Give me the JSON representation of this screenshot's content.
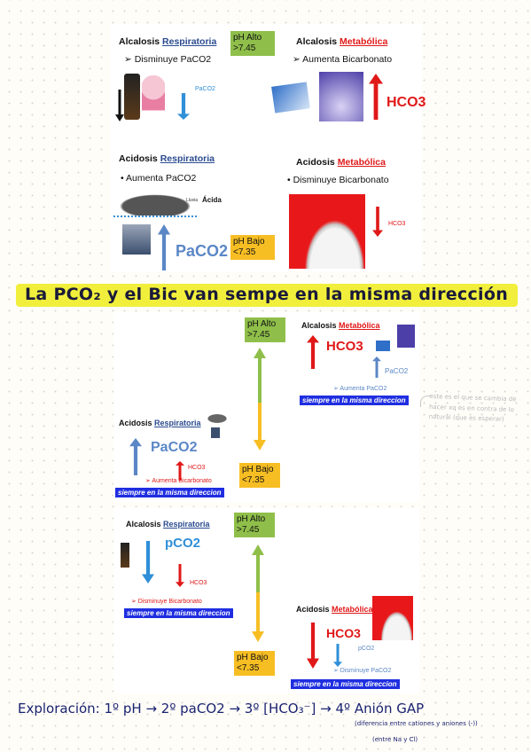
{
  "colors": {
    "red": "#e01818",
    "blue": "#2f8fd8",
    "green": "#8fbf4a",
    "orange": "#f7be24",
    "banner": "#1f2ee0",
    "highlight": "#f1ef3b",
    "title_blue": "#2a4a8f"
  },
  "panel1": {
    "ph_alto": "pH Alto",
    "ph_alto_val": ">7.45",
    "ph_bajo": "pH Bajo",
    "ph_bajo_val": "<7.35",
    "resp_alk": {
      "prefix": "Alcalosis ",
      "type": "Respiratoria",
      "bullet": "➢ Disminuye PaCO2",
      "label": "PaCO2"
    },
    "met_alk": {
      "prefix": "Alcalosis ",
      "type": "Metabólica",
      "bullet": "➢ Aumenta Bicarbonato",
      "label": "HCO3"
    },
    "resp_acid": {
      "prefix": "Acidosis ",
      "type": "Respiratoria",
      "bullet": "• Aumenta PaCO2",
      "label": "PaCO2",
      "cloud_label": "Ácida",
      "cloud_small": "Lluvia"
    },
    "met_acid": {
      "prefix": "Acidosis ",
      "type": "Metabólica",
      "bullet": "• Disminuye Bicarbonato",
      "label": "HCO3"
    }
  },
  "headline": "La PCO₂ y el Bic van sempe en la misma dirección",
  "panel2": {
    "ph_alto": "pH Alto",
    "ph_alto_val": ">7.45",
    "ph_bajo": "pH Bajo",
    "ph_bajo_val": "<7.35",
    "met_alk": {
      "prefix": "Alcalosis ",
      "type": "Metabólica",
      "main": "HCO3",
      "sub": "PaCO2",
      "bullet": "➢ Aumenta PaCO2",
      "banner": "siempre en la misma direccion"
    },
    "resp_acid": {
      "prefix": "Acidosis ",
      "type": "Respiratoria",
      "main": "PaCO2",
      "sub": "HCO3",
      "bullet": "➢ Aumenta Bicarbonato",
      "banner": "siempre en la misma direccion"
    }
  },
  "side_note": "este es el que se cambia de hacer xq es en contra de lo natural (que es esperar)",
  "panel3": {
    "ph_alto": "pH Alto",
    "ph_alto_val": ">7.45",
    "ph_bajo": "pH Bajo",
    "ph_bajo_val": "<7.35",
    "resp_alk": {
      "prefix": "Alcalosis ",
      "type": "Respiratoria",
      "main": "pCO2",
      "sub": "HCO3",
      "bullet": "➢ Disminuye Bicarbonato",
      "banner": "siempre en la misma direccion"
    },
    "met_acid": {
      "prefix": "Acidosis ",
      "type": "Metabólica",
      "main": "HCO3",
      "sub": "pCO2",
      "bullet": "➢ Disminuye PaCO2",
      "banner": "siempre en la misma direccion"
    }
  },
  "exploration": {
    "line": "Exploración: 1º pH → 2º paCO2 → 3º [HCO₃⁻] → 4º Anión GAP",
    "note1": "(diferencia entre cationes y aniones (-))",
    "note2": "(entre Na y Cl)"
  }
}
